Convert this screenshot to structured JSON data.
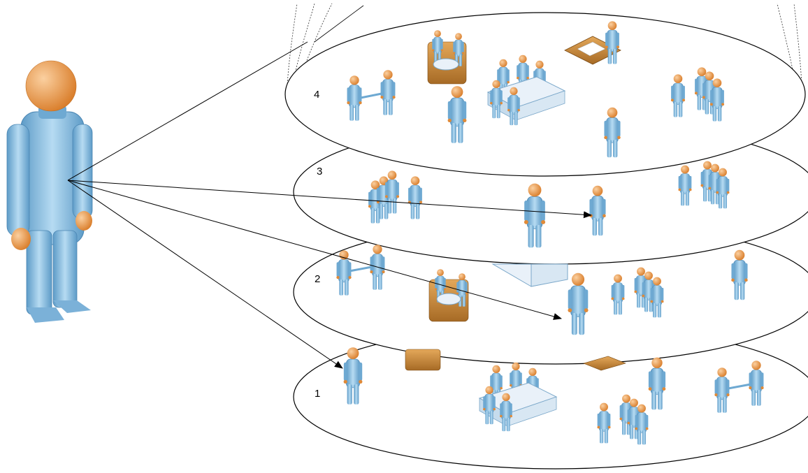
{
  "diagram": {
    "levels": [
      {
        "label": "1"
      },
      {
        "label": "2"
      },
      {
        "label": "3"
      },
      {
        "label": "4"
      }
    ]
  },
  "colors": {
    "figure_body": "#8fc3e4",
    "figure_body_dark": "#5d9bc7",
    "figure_head": "#f2a04f",
    "figure_head_dark": "#d97d2a",
    "observer_body": "#9cc9e8",
    "desk_wood": "#c8893f",
    "line": "#000000"
  },
  "icons": {
    "observer": "person-observer-icon",
    "person": "person-icon",
    "handshake": "handshake-icon",
    "meeting": "meeting-table-icon",
    "desk": "desk-worker-icon",
    "crowd": "group-icon",
    "round_table": "round-table-icon"
  }
}
